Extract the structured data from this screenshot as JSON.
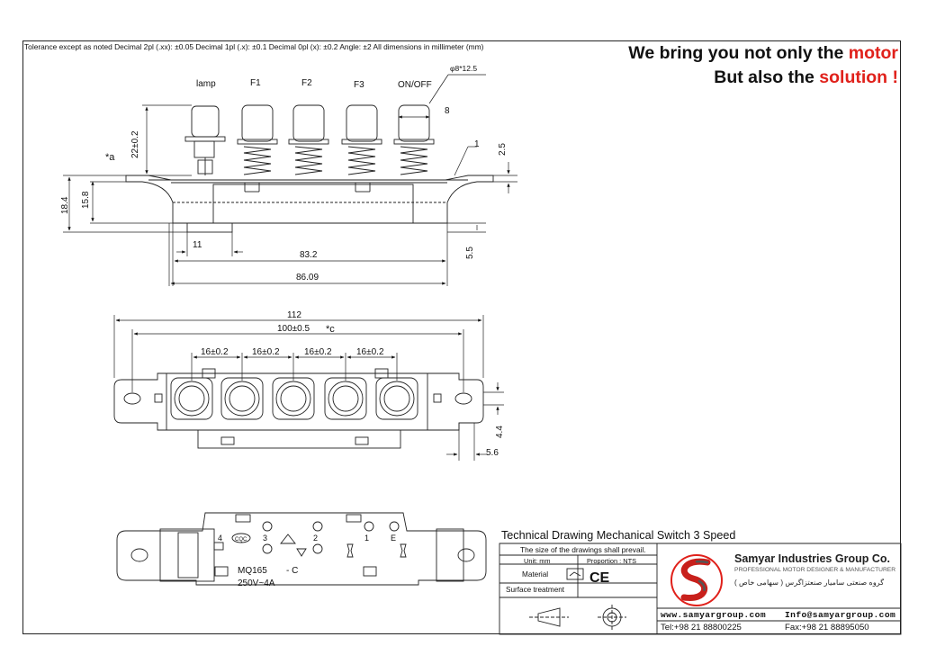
{
  "header": {
    "tolerance_note": "Tolerance except as noted    Decimal 2pl (.xx): ±0.05   Decimal 1pl (.x): ±0.1   Decimal 0pl (x): ±0.2   Angle: ±2   All dimensions in millimeter (mm)",
    "slogan_line1_prefix": "We bring you not only the ",
    "slogan_line1_highlight": "motor",
    "slogan_line2_prefix": "But also the ",
    "slogan_line2_highlight": "solution !",
    "accent_color": "#e0211b"
  },
  "top_view": {
    "labels": {
      "lamp": "lamp",
      "f1": "F1",
      "f2": "F2",
      "f3": "F3",
      "onoff": "ON/OFF"
    },
    "dims": {
      "button_dia": "φ8*12.5",
      "button_width": "8",
      "plunger_height": "22±0.2",
      "star_a": "*a",
      "callout_1": "1",
      "flange_thk": "2.5",
      "h_184": "18.4",
      "h_158": "15.8",
      "w_11": "11",
      "w_832": "83.2",
      "h_55": "5.5",
      "w_8609": "86.09"
    }
  },
  "plan_view": {
    "dims": {
      "overall": "112",
      "pitch_total": "100±0.5",
      "star_c": "*c",
      "pitch": [
        "16±0.2",
        "16±0.2",
        "16±0.2",
        "16±0.2"
      ],
      "h_44": "4.4",
      "w_56": "5.6"
    }
  },
  "bottom_view": {
    "markings": {
      "model": "MQ165",
      "model_suffix": "- C",
      "rating": "250V~4A",
      "term_4": "4",
      "term_3": "3",
      "term_2": "2",
      "term_1": "1",
      "term_e": "E",
      "cqc": "CQC"
    }
  },
  "title_block": {
    "title": "Technical Drawing Mechanical Switch 3 Speed",
    "size_note": "The size of the drawings shall prevail.",
    "unit": "Unit: mm",
    "proportion": "Proportion :  NTS",
    "material_label": "Material",
    "surface_label": "Surface treatment",
    "cert_mark": "CE",
    "company": "Samyar Industries Group Co.",
    "tagline": "PROFESSIONAL MOTOR DESIGNER & MANUFACTURER",
    "persian_name": "گروه صنعتی سامیار صنعتزاگرس ( سهامی خاص )",
    "website": "www.samyargroup.com",
    "email": "Info@samyargroup.com",
    "tel": "Tel:+98 21 88800225",
    "fax": "Fax:+98 21 88895050"
  }
}
